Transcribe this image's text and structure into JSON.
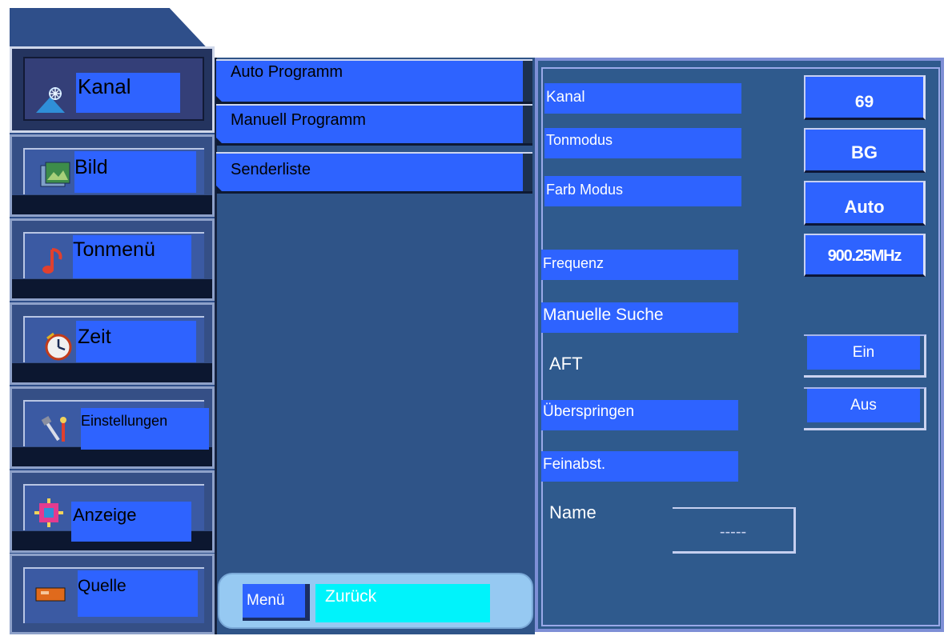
{
  "left_menu": [
    {
      "label": "Kanal",
      "icon": "satellite-icon",
      "active": true
    },
    {
      "label": "Bild",
      "icon": "picture-icon",
      "active": false
    },
    {
      "label": "Tonmenü",
      "icon": "music-note-icon",
      "active": false
    },
    {
      "label": "Zeit",
      "icon": "clock-icon",
      "active": false
    },
    {
      "label": "Einstellungen",
      "icon": "tools-icon",
      "active": false
    },
    {
      "label": "Anzeige",
      "icon": "display-icon",
      "active": false
    },
    {
      "label": "Quelle",
      "icon": "source-icon",
      "active": false
    }
  ],
  "sub_menu": [
    "Auto Programm",
    "Manuell Programm",
    "Senderliste"
  ],
  "bottom_bar": {
    "menu_label": "Menü",
    "back_label": "Zurück"
  },
  "settings": {
    "kanal": {
      "label": "Kanal",
      "value": "69"
    },
    "tonmodus": {
      "label": "Tonmodus",
      "value": "BG"
    },
    "farb_modus": {
      "label": "Farb Modus",
      "value": "Auto"
    },
    "frequenz": {
      "label": "Frequenz",
      "value": "900.25MHz"
    },
    "manuelle_suche": {
      "label": "Manuelle Suche"
    },
    "aft": {
      "label": "AFT",
      "value": "Ein"
    },
    "ueberspringen": {
      "label": "Überspringen",
      "value": "Aus"
    },
    "feinabst": {
      "label": "Feinabst."
    },
    "name": {
      "label": "Name",
      "value": "-----"
    }
  },
  "colors": {
    "highlight_blue": "#2e63ff",
    "panel_blue": "#2f5a8d",
    "cyan": "#00f3fb",
    "menu_bar": "#96c9f2"
  }
}
